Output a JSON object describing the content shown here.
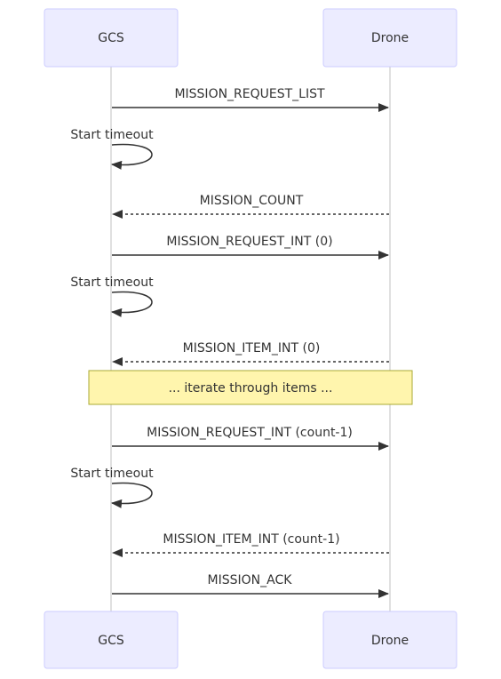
{
  "participants": [
    {
      "id": "gcs",
      "label": "GCS"
    },
    {
      "id": "drone",
      "label": "Drone"
    }
  ],
  "messages": [
    {
      "from": "gcs",
      "to": "drone",
      "label": "MISSION_REQUEST_LIST",
      "style": "solid"
    },
    {
      "from": "gcs",
      "to": "gcs",
      "label": "Start timeout",
      "style": "solid"
    },
    {
      "from": "drone",
      "to": "gcs",
      "label": "MISSION_COUNT",
      "style": "dotted"
    },
    {
      "from": "gcs",
      "to": "drone",
      "label": "MISSION_REQUEST_INT (0)",
      "style": "solid"
    },
    {
      "from": "gcs",
      "to": "gcs",
      "label": "Start timeout",
      "style": "solid"
    },
    {
      "from": "drone",
      "to": "gcs",
      "label": "MISSION_ITEM_INT (0)",
      "style": "dotted"
    },
    {
      "from": "gcs",
      "to": "drone",
      "label": "MISSION_REQUEST_INT (count-1)",
      "style": "solid"
    },
    {
      "from": "gcs",
      "to": "gcs",
      "label": "Start timeout",
      "style": "solid"
    },
    {
      "from": "drone",
      "to": "gcs",
      "label": "MISSION_ITEM_INT (count-1)",
      "style": "dotted"
    },
    {
      "from": "gcs",
      "to": "drone",
      "label": "MISSION_ACK",
      "style": "solid"
    }
  ],
  "note": {
    "text": "... iterate through items ..."
  },
  "colors": {
    "actor_fill": "#ECECFF",
    "actor_border": "#CCCCFF",
    "note_fill": "#FFF5AD",
    "note_border": "#AAAA33",
    "line": "#333333"
  }
}
